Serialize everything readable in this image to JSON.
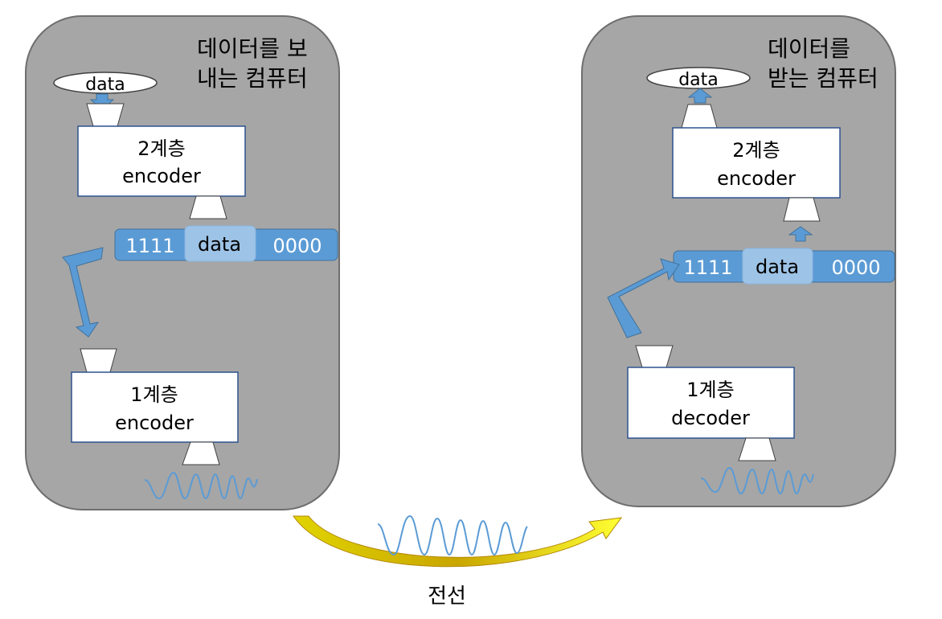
{
  "sender": {
    "title_line1": "데이터를 보",
    "title_line2": "내는 컴퓨터",
    "data_label": "data",
    "layer2": {
      "line1": "2계층",
      "line2": "encoder"
    },
    "frame": {
      "left": "1111",
      "middle": "data",
      "right": "0000"
    },
    "layer1": {
      "line1": "1계층",
      "line2": "encoder"
    }
  },
  "receiver": {
    "title_line1": "데이터를",
    "title_line2": "받는 컴퓨터",
    "data_label": "data",
    "layer2": {
      "line1": "2계층",
      "line2": "encoder"
    },
    "frame": {
      "left": "1111",
      "middle": "data",
      "right": "0000"
    },
    "layer1": {
      "line1": "1계층",
      "line2": "decoder"
    }
  },
  "wire_label": "전선",
  "colors": {
    "panel": "#a6a6a6",
    "panel_border": "#6e6e6e",
    "frame": "#5b9bd5",
    "frame_middle": "#9dc3e6",
    "arrow": "#5b9bd5",
    "wave": "#5b9bd5",
    "wire_arrow": "#e6d600"
  }
}
